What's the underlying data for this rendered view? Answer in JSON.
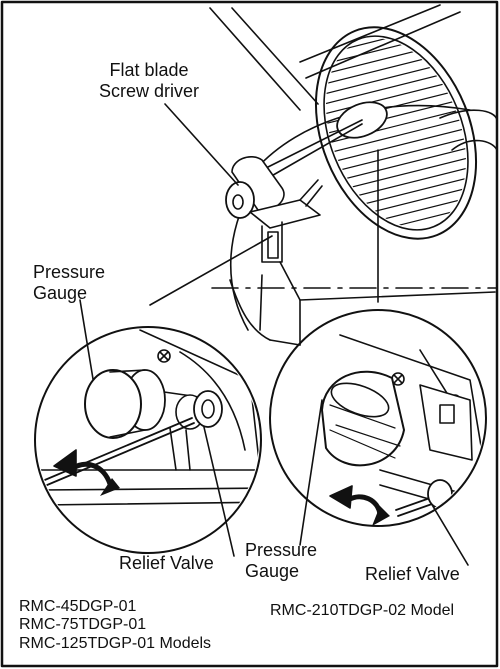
{
  "labels": {
    "screwdriver_line1": "Flat blade",
    "screwdriver_line2": "Screw driver",
    "pressure_gauge_left_line1": "Pressure",
    "pressure_gauge_left_line2": "Gauge",
    "pressure_gauge_right_line1": "Pressure",
    "pressure_gauge_right_line2": "Gauge",
    "relief_valve_left": "Relief Valve",
    "relief_valve_right": "Relief Valve"
  },
  "models": {
    "left": [
      "RMC-45DGP-01",
      "RMC-75TDGP-01",
      "RMC-125TDGP-01 Models"
    ],
    "right": "RMC-210TDGP-02 Model"
  },
  "colors": {
    "line": "#111111",
    "background": "#ffffff"
  }
}
